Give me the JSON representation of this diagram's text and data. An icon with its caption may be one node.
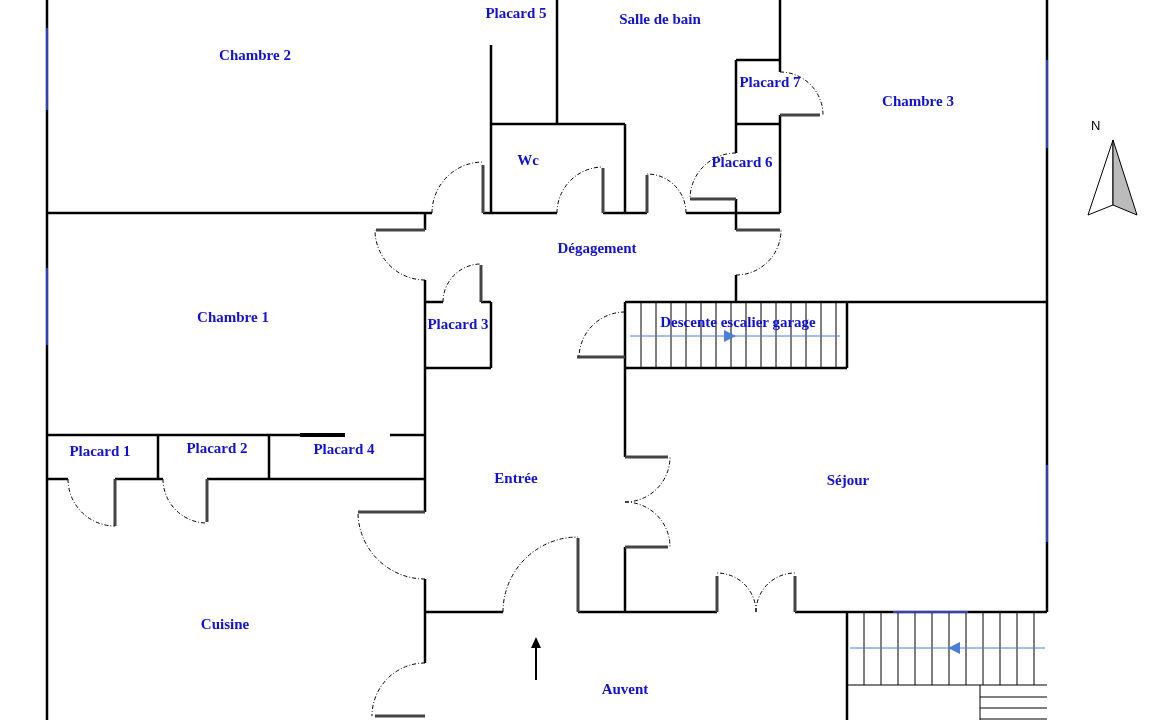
{
  "diagram": {
    "nodes": [
      {
        "text": [
          "Chambre 2"
        ]
      },
      {
        "text": [
          "Placard 5"
        ]
      },
      {
        "text": [
          "Salle de bain"
        ]
      },
      {
        "text": [
          "Placard 7"
        ]
      },
      {
        "text": [
          "Chambre 3"
        ]
      },
      {
        "text": [
          "Wc"
        ]
      },
      {
        "text": [
          "Placard 6"
        ]
      },
      {
        "text": [
          "Dégagement"
        ]
      },
      {
        "text": [
          "Chambre 1"
        ]
      },
      {
        "text": [
          "Placard 3"
        ]
      },
      {
        "text": [
          "Descente escalier garage"
        ]
      },
      {
        "text": [
          "Placard 1"
        ]
      },
      {
        "text": [
          "Placard 2"
        ]
      },
      {
        "text": [
          "Placard 4"
        ]
      },
      {
        "text": [
          "Entrée"
        ]
      },
      {
        "text": [
          "Séjour"
        ]
      },
      {
        "text": [
          "Cuisine"
        ]
      },
      {
        "text": [
          "Auvent"
        ]
      }
    ],
    "edges": [],
    "labels": [
      "N"
    ]
  }
}
